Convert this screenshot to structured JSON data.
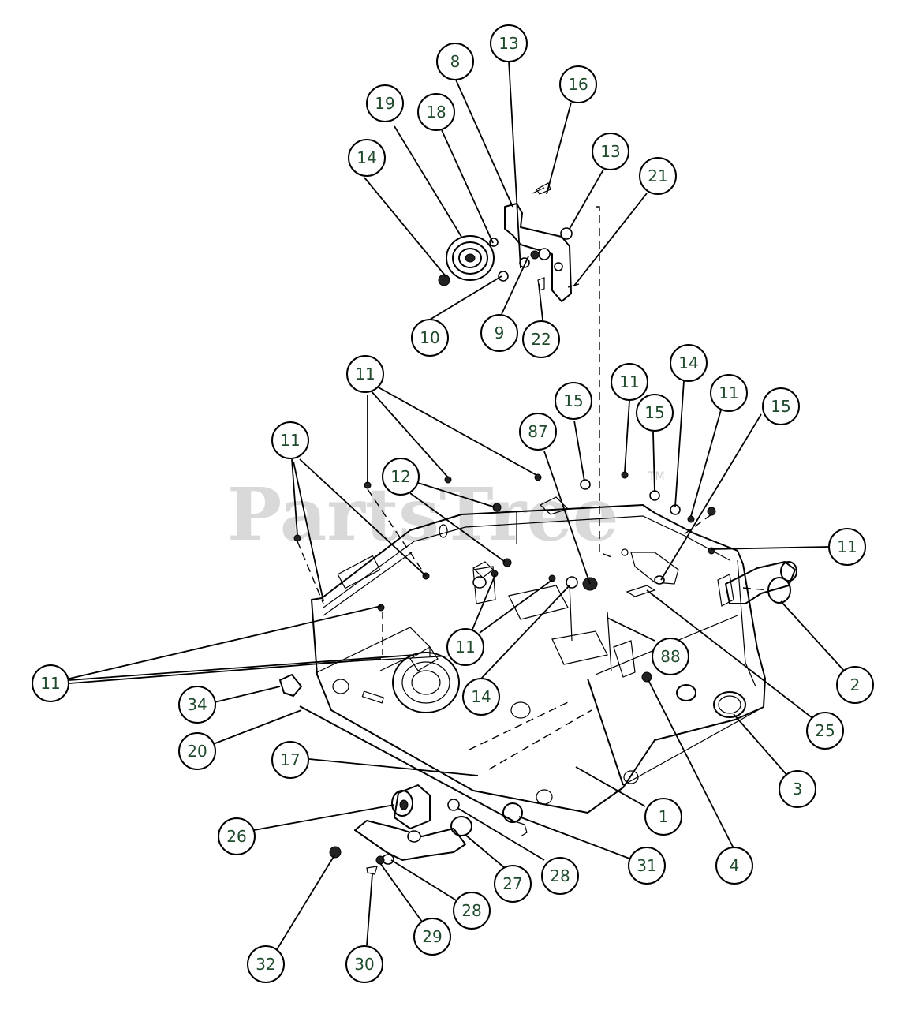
{
  "watermark": {
    "brand": "PartsTree",
    "tm": "TM"
  },
  "callouts": [
    {
      "label": "13"
    },
    {
      "label": "8"
    },
    {
      "label": "16"
    },
    {
      "label": "19"
    },
    {
      "label": "18"
    },
    {
      "label": "13"
    },
    {
      "label": "21"
    },
    {
      "label": "14"
    },
    {
      "label": "10"
    },
    {
      "label": "9"
    },
    {
      "label": "22"
    },
    {
      "label": "11"
    },
    {
      "label": "11"
    },
    {
      "label": "14"
    },
    {
      "label": "11"
    },
    {
      "label": "15"
    },
    {
      "label": "87"
    },
    {
      "label": "15"
    },
    {
      "label": "15"
    },
    {
      "label": "11"
    },
    {
      "label": "12"
    },
    {
      "label": "11"
    },
    {
      "label": "11"
    },
    {
      "label": "11"
    },
    {
      "label": "2"
    },
    {
      "label": "88"
    },
    {
      "label": "34"
    },
    {
      "label": "14"
    },
    {
      "label": "25"
    },
    {
      "label": "20"
    },
    {
      "label": "3"
    },
    {
      "label": "17"
    },
    {
      "label": "1"
    },
    {
      "label": "26"
    },
    {
      "label": "31"
    },
    {
      "label": "4"
    },
    {
      "label": "28"
    },
    {
      "label": "27"
    },
    {
      "label": "28"
    },
    {
      "label": "29"
    },
    {
      "label": "32"
    },
    {
      "label": "30"
    }
  ]
}
